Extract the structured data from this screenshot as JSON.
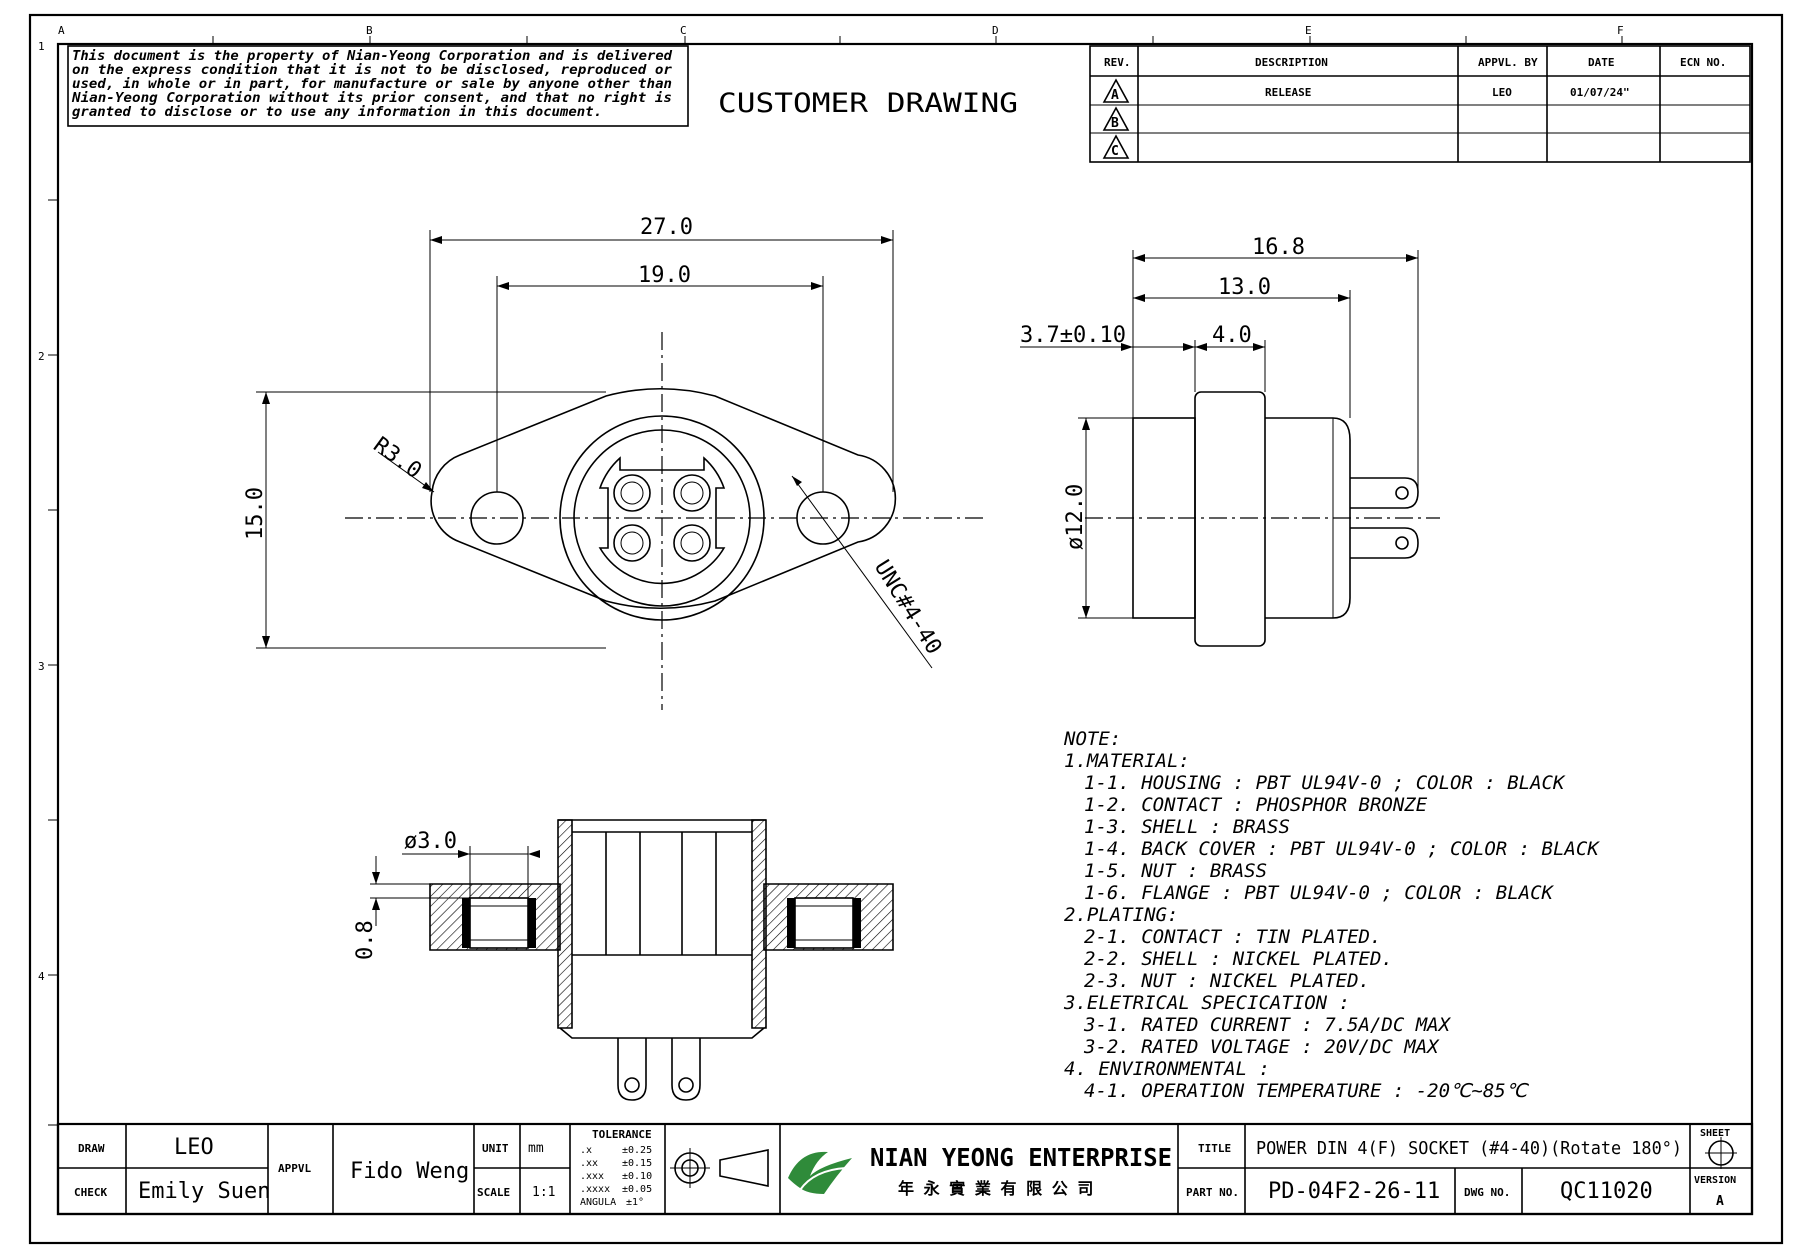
{
  "border": {
    "columns": [
      "A",
      "B",
      "C",
      "D",
      "E",
      "F"
    ],
    "rows": [
      "1",
      "2",
      "3",
      "4"
    ]
  },
  "notice": {
    "lines": [
      "This document is the property of Nian-Yeong Corporation and is delivered",
      "on the express condition that it is not to be disclosed, reproduced or",
      "used, in whole or in part, for manufacture or sale by anyone other than",
      "Nian-Yeong Corporation without its prior consent, and that no right is",
      "granted to disclose or to use any information in this document."
    ]
  },
  "heading": "CUSTOMER  DRAWING",
  "revision_table": {
    "headers": [
      "REV.",
      "DESCRIPTION",
      "APPVL. BY",
      "DATE",
      "ECN NO."
    ],
    "rows": [
      {
        "rev": "A",
        "description": "RELEASE",
        "appvl_by": "LEO",
        "date": "01/07/24\"",
        "ecn": ""
      },
      {
        "rev": "B",
        "description": "",
        "appvl_by": "",
        "date": "",
        "ecn": ""
      },
      {
        "rev": "C",
        "description": "",
        "appvl_by": "",
        "date": "",
        "ecn": ""
      }
    ]
  },
  "front_view": {
    "dim_overall": "27.0",
    "dim_holes": "19.0",
    "dim_height": "15.0",
    "radius": "R3.0",
    "thread": "UNC#4-40"
  },
  "side_view": {
    "dim_total": "16.8",
    "dim_body": "13.0",
    "dim_offset": "3.7±0.10",
    "dim_flange": "4.0",
    "dim_diameter": "ø12.0"
  },
  "section_view": {
    "dim_hole": "ø3.0",
    "dim_thickness": "0.8"
  },
  "notes": {
    "title": "NOTE:",
    "lines": [
      {
        "text": "1.MATERIAL:",
        "indent": 0
      },
      {
        "text": "1-1. HOUSING : PBT UL94V-0 ; COLOR : BLACK",
        "indent": 1
      },
      {
        "text": "1-2. CONTACT : PHOSPHOR BRONZE",
        "indent": 1
      },
      {
        "text": "1-3. SHELL : BRASS",
        "indent": 1
      },
      {
        "text": "1-4. BACK COVER : PBT UL94V-0 ; COLOR : BLACK",
        "indent": 1
      },
      {
        "text": "1-5. NUT : BRASS",
        "indent": 1
      },
      {
        "text": "1-6. FLANGE : PBT UL94V-0 ; COLOR : BLACK",
        "indent": 1
      },
      {
        "text": "2.PLATING:",
        "indent": 0
      },
      {
        "text": "2-1. CONTACT : TIN PLATED.",
        "indent": 1
      },
      {
        "text": "2-2. SHELL : NICKEL PLATED.",
        "indent": 1
      },
      {
        "text": "2-3. NUT : NICKEL PLATED.",
        "indent": 1
      },
      {
        "text": "3.ELETRICAL SPECICATION :",
        "indent": 0
      },
      {
        "text": "3-1. RATED CURRENT : 7.5A/DC MAX",
        "indent": 1
      },
      {
        "text": "3-2. RATED VOLTAGE : 20V/DC MAX",
        "indent": 1
      },
      {
        "text": "4. ENVIRONMENTAL :",
        "indent": 0
      },
      {
        "text": "4-1. OPERATION TEMPERATURE : -20℃~85℃",
        "indent": 1
      }
    ]
  },
  "title_block": {
    "draw_label": "DRAW",
    "draw_value": "LEO",
    "check_label": "CHECK",
    "check_value": "Emily Suen",
    "appvl_label": "APPVL",
    "appvl_value": "Fido Weng",
    "unit_label": "UNIT",
    "unit_value": "mm",
    "scale_label": "SCALE",
    "scale_value": "1:1",
    "tolerance_title": "TOLERANCE",
    "tolerances": [
      {
        "k": ".x",
        "v": "±0.25"
      },
      {
        "k": ".xx",
        "v": "±0.15"
      },
      {
        "k": ".xxx",
        "v": "±0.10"
      },
      {
        "k": ".xxxx",
        "v": "±0.05"
      },
      {
        "k": "ANGULA",
        "v": "±1°"
      }
    ],
    "company_name": "NIAN YEONG ENTERPRISE",
    "company_chinese": "年 永 實 業 有 限 公 司",
    "title_label": "TITLE",
    "title_value": "POWER DIN 4(F) SOCKET (#4-40)(Rotate 180°)",
    "part_label": "PART NO.",
    "part_value": "PD-04F2-26-11",
    "dwg_label": "DWG NO.",
    "dwg_value": "QC11020",
    "sheet_label": "SHEET",
    "version_label": "VERSION",
    "version_value": "A"
  }
}
